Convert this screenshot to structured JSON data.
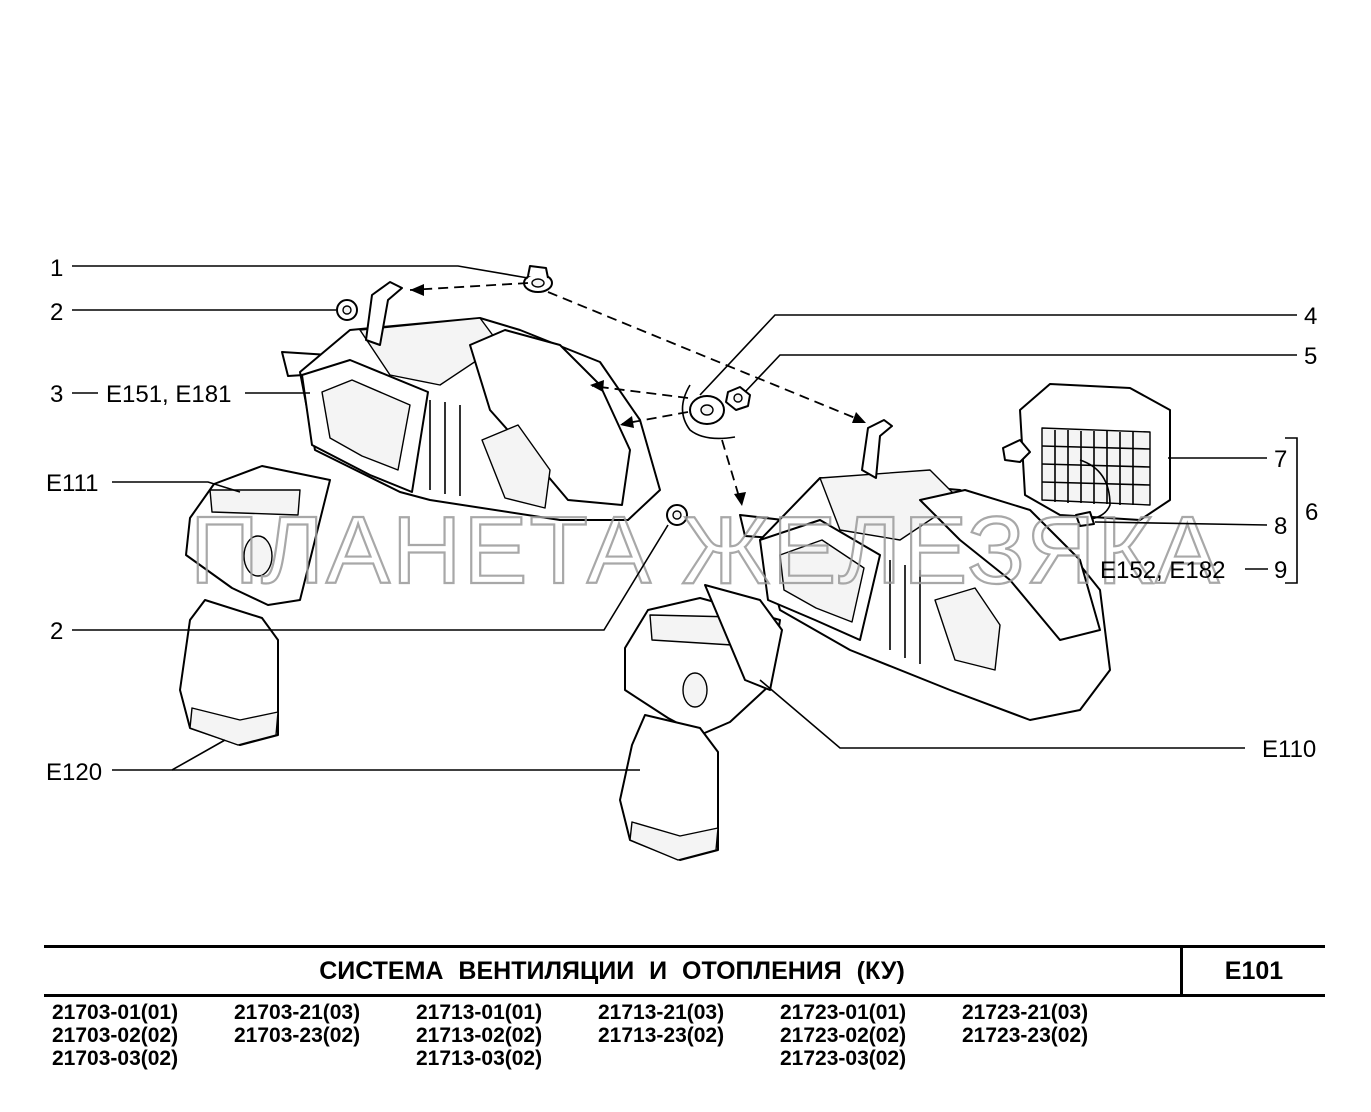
{
  "callouts": {
    "c1": "1",
    "c2a": "2",
    "c3": "3",
    "c3ref": "E151, E181",
    "cE111": "E111",
    "c2b": "2",
    "cE120": "E120",
    "c4": "4",
    "c5": "5",
    "c7": "7",
    "c6": "6",
    "c8": "8",
    "c9": "9",
    "c9ref": "E152, E182",
    "cE110": "E110"
  },
  "watermark": "ПЛАНЕТА ЖЕЛЕЗЯКА",
  "title_block": {
    "title": "СИСТЕМА  ВЕНТИЛЯЦИИ  И  ОТОПЛЕНИЯ (КУ)",
    "code": "E101",
    "model_columns": [
      [
        "21703-01(01)",
        "21703-02(02)",
        "21703-03(02)"
      ],
      [
        "21703-21(03)",
        "21703-23(02)"
      ],
      [
        "21713-01(01)",
        "21713-02(02)",
        "21713-03(02)"
      ],
      [
        "21713-21(03)",
        "21713-23(02)"
      ],
      [
        "21723-01(01)",
        "21723-02(02)",
        "21723-03(02)"
      ],
      [
        "21723-21(03)",
        "21723-23(02)"
      ]
    ]
  }
}
